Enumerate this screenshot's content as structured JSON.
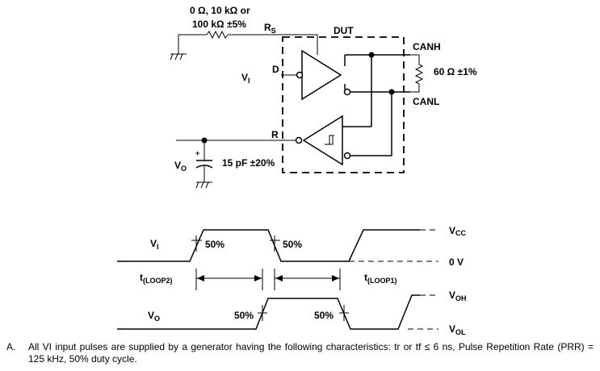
{
  "circuit": {
    "rs_values_line1": "0 Ω, 10 kΩ or",
    "rs_values_line2": "100 kΩ ±5%",
    "rs_label": "R",
    "rs_sub": "S",
    "dut_label": "DUT",
    "canh_label": "CANH",
    "canl_label": "CANL",
    "load_label": "60 Ω ±1%",
    "d_pin": "D",
    "r_pin": "R",
    "vi_label": "V",
    "vi_sub": "I",
    "vo_label": "V",
    "vo_sub": "O",
    "cap_label": "15 pF ±20%",
    "cap_plus": "+"
  },
  "timing": {
    "vi_label": "V",
    "vi_sub": "I",
    "vo_label": "V",
    "vo_sub": "O",
    "vcc_label": "V",
    "vcc_sub": "CC",
    "zero_label": "0 V",
    "voh_label": "V",
    "voh_sub": "OH",
    "vol_label": "V",
    "vol_sub": "OL",
    "pct_rise_vi": "50%",
    "pct_fall_vi": "50%",
    "pct_rise_vo": "50%",
    "pct_fall_vo": "50%",
    "tloop2_label": "t",
    "tloop2_sub": "(LOOP2)",
    "tloop1_label": "t",
    "tloop1_sub": "(LOOP1)"
  },
  "note": {
    "marker": "A.",
    "text": "All VI input pulses are supplied by a generator having the following characteristics: tr or tf ≤ 6 ns, Pulse Repetition Rate (PRR) = 125 kHz, 50% duty cycle."
  }
}
